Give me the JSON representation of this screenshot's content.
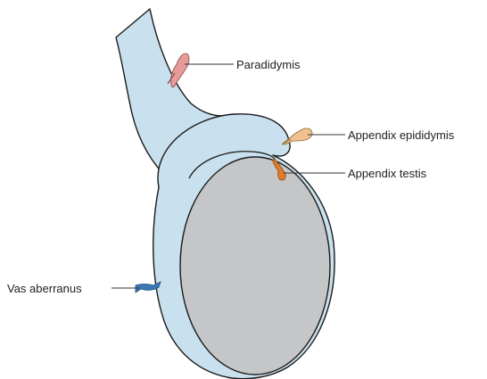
{
  "labels": {
    "paradidymis": "Paradidymis",
    "appendix_epididymis": "Appendix epididymis",
    "appendix_testis": "Appendix testis",
    "vas_aberranus": "Vas aberranus"
  },
  "colors": {
    "duct_fill": "#c9e1ee",
    "testis_fill": "#c4c6c8",
    "outline": "#1a1a1a",
    "paradidymis": "#e79a9a",
    "appendix_epididymis": "#f0c08f",
    "appendix_testis": "#e07b2a",
    "vas_aberranus": "#3a78b8",
    "leader": "#333333"
  }
}
